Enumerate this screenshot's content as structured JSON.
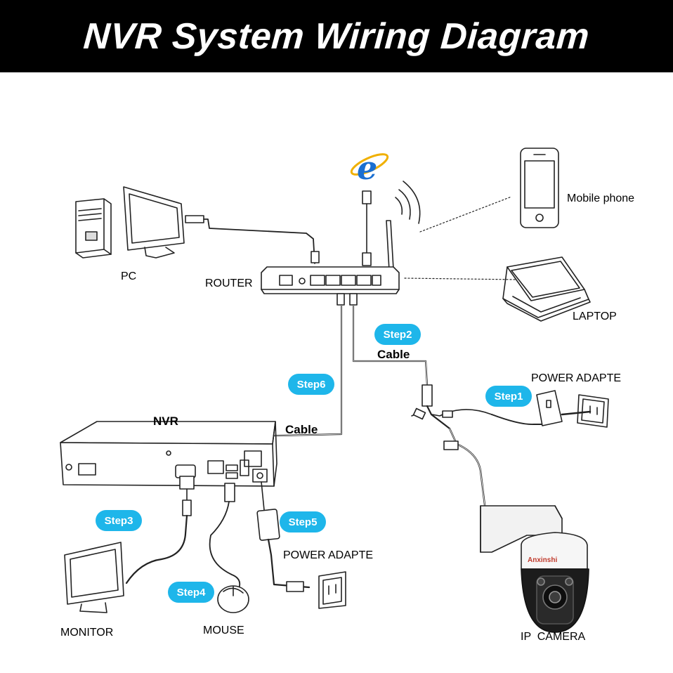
{
  "title": "NVR System Wiring Diagram",
  "labels": {
    "pc": "PC",
    "router": "ROUTER",
    "mobile_phone": "Mobile phone",
    "laptop": "LAPTOP",
    "nvr": "NVR",
    "power_adapter_camera": "POWER ADAPTE",
    "power_adapter_nvr": "POWER ADAPTE",
    "monitor": "MONITOR",
    "mouse": "MOUSE",
    "ip_camera": "IP  CAMERA",
    "cable_router_camera": "Cable",
    "cable_nvr_router": "Cable",
    "camera_brand": "Anxinshi"
  },
  "steps": [
    "Step1",
    "Step2",
    "Step3",
    "Step4",
    "Step5",
    "Step6"
  ],
  "colors": {
    "title_bg": "#000000",
    "title_text": "#ffffff",
    "step_badge": "#1eb6ea",
    "line": "#222222",
    "ie_blue": "#1a6fd1"
  },
  "icons": [
    "desktop-tower-icon",
    "pc-monitor-icon",
    "internet-explorer-icon",
    "mobile-phone-icon",
    "laptop-icon",
    "router-icon",
    "nvr-icon",
    "wall-socket-icon",
    "power-adapter-icon",
    "monitor-icon",
    "mouse-icon",
    "ip-camera-icon"
  ]
}
